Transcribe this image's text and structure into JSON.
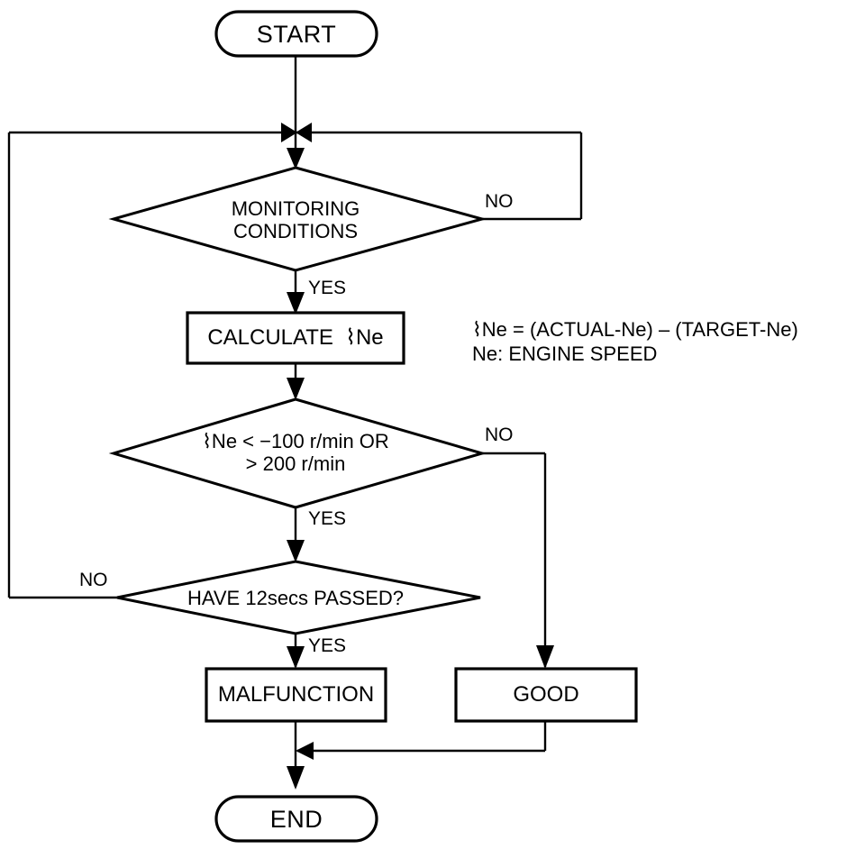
{
  "diagram": {
    "title": "Engine speed deviation monitoring flowchart",
    "line_color": "#000000",
    "fill_color": "#ffffff",
    "nodes": {
      "start": {
        "label": "START",
        "shape": "terminator"
      },
      "monitoring_conditions": {
        "label": "MONITORING\nCONDITIONS",
        "shape": "decision"
      },
      "calculate": {
        "label": "CALCULATE  ⌇Ne",
        "shape": "process"
      },
      "threshold": {
        "label": "⌇Ne < −100 r/min OR\n> 200 r/min",
        "shape": "decision"
      },
      "timer": {
        "label": "HAVE 12secs PASSED?",
        "shape": "decision"
      },
      "malfunction": {
        "label": "MALFUNCTION",
        "shape": "process"
      },
      "good": {
        "label": "GOOD",
        "shape": "process"
      },
      "end": {
        "label": "END",
        "shape": "terminator"
      }
    },
    "edge_labels": {
      "monitoring_no": "NO",
      "monitoring_yes": "YES",
      "threshold_no": "NO",
      "threshold_yes": "YES",
      "timer_no": "NO",
      "timer_yes": "YES"
    },
    "note": {
      "line1": "⌇Ne = (ACTUAL-Ne) – (TARGET-Ne)",
      "line2": "Ne: ENGINE SPEED"
    }
  }
}
